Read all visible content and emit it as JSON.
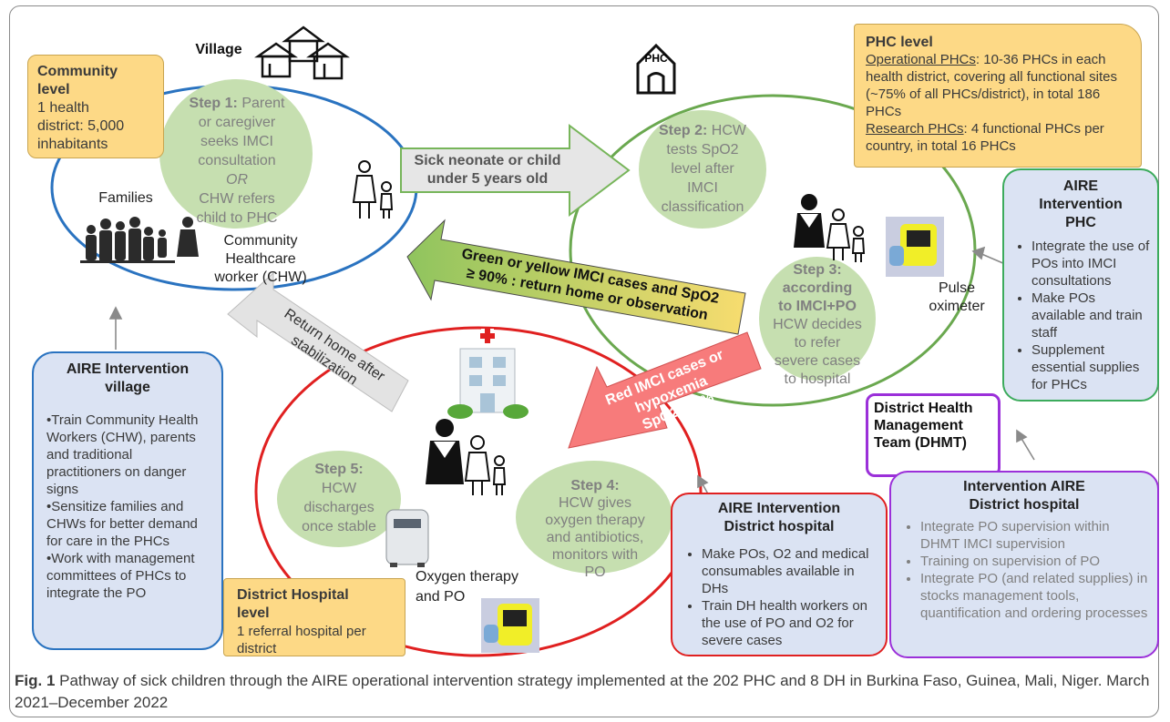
{
  "diagram": {
    "village_label": "Village",
    "phc_icon_text": "PHC",
    "families_label": "Families",
    "chw_label": [
      "Community",
      "Healthcare",
      "worker (CHW)"
    ],
    "pulse_oximeter_label": [
      "Pulse",
      "oximeter"
    ],
    "oxygen_label": [
      "Oxygen therapy",
      "and PO"
    ],
    "step1": {
      "title": "Step 1:",
      "lines": [
        "Parent",
        "or caregiver",
        "seeks IMCI",
        "consultation"
      ],
      "or": "OR",
      "lines2": [
        "CHW refers",
        "child to PHC"
      ]
    },
    "step2": {
      "title": "Step 2:",
      "lines": [
        "HCW",
        "tests SpO2",
        "level after",
        "IMCI",
        "classification"
      ]
    },
    "step3": {
      "title": [
        "Step 3:",
        "according",
        "to IMCI+PO"
      ],
      "lines": [
        "HCW decides",
        "to refer",
        "severe cases",
        "to hospital"
      ]
    },
    "step4": {
      "title": "Step 4:",
      "lines": [
        "HCW gives",
        "oxygen therapy",
        "and antibiotics,",
        "monitors with",
        "PO"
      ]
    },
    "step5": {
      "title": "Step 5:",
      "lines": [
        "HCW",
        "discharges",
        "once stable"
      ]
    },
    "arrow_sick": [
      "Sick neonate or child",
      "under 5 years old"
    ],
    "arrow_green": [
      "Green or yellow  IMCI cases and SpO2",
      "≥ 90% : return home or observation"
    ],
    "arrow_red": [
      "Red IMCI cases or",
      "hypoxemia",
      "SpO2<90%"
    ],
    "arrow_return": [
      "Return home after",
      "stabilization"
    ]
  },
  "boxes": {
    "community": {
      "title": [
        "Community",
        "level"
      ],
      "text": [
        "1 health",
        "district:  5,000",
        "inhabitants"
      ]
    },
    "phc_level": {
      "title": "PHC level",
      "op_label": "Operational PHCs",
      "op_text": ": 10-36 PHCs in each health district, covering all functional sites (~75% of all PHCs/district), in total 186 PHCs",
      "res_label": "Research PHCs",
      "res_text": ": 4 functional PHCs per country, in total 16 PHCs"
    },
    "aire_phc": {
      "title": [
        "AIRE",
        "Intervention",
        "PHC"
      ],
      "items": [
        "Integrate the use of POs into IMCI consultations",
        "Make POs available and train staff",
        "Supplement essential supplies for PHCs"
      ]
    },
    "aire_village": {
      "title": [
        "AIRE Intervention",
        "village"
      ],
      "items": [
        "•Train Community Health Workers (CHW), parents and traditional practitioners on danger signs",
        "•Sensitize families and CHWs for better demand for care in the PHCs",
        "•Work with management committees of PHCs to integrate the PO"
      ]
    },
    "dhmt": {
      "title": [
        "District Health",
        "Management",
        "Team (DHMT)"
      ]
    },
    "aire_dh": {
      "title": [
        "AIRE Intervention",
        "District hospital"
      ],
      "items": [
        "Make POs, O2 and medical consumables available in DHs",
        "Train DH health workers on the use of PO and O2 for severe cases"
      ]
    },
    "intervention_dh": {
      "title": [
        "Intervention AIRE",
        "District hospital"
      ],
      "items": [
        "Integrate PO supervision within DHMT IMCI supervision",
        "Training on supervision of PO",
        "Integrate PO (and related supplies) in stocks management tools, quantification and ordering processes"
      ]
    },
    "dh_level": {
      "title": [
        "District Hospital",
        "level"
      ],
      "text": [
        "1 referral hospital per",
        "district"
      ]
    }
  },
  "caption": {
    "label": "Fig. 1",
    "text": "  Pathway of sick children through the AIRE operational intervention strategy implemented at the 202 PHC and 8 DH in Burkina Faso, Guinea, Mali, Niger. March 2021–December 2022"
  },
  "colors": {
    "blue_ring": "#2a73c0",
    "green_ring": "#6aa84f",
    "red_ring": "#e02020",
    "step_fill": "#c6dfb0",
    "yellow_box": "#fdd986",
    "blue_box": "#dbe3f3",
    "purple": "#9b30d9"
  }
}
